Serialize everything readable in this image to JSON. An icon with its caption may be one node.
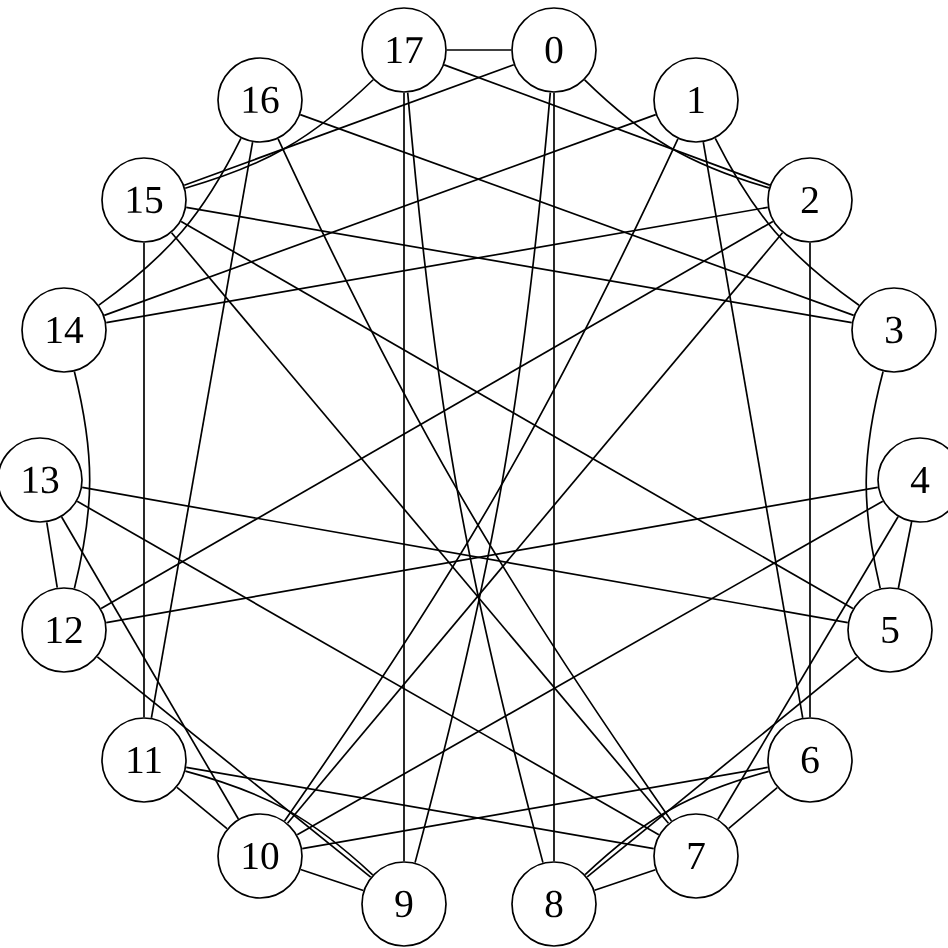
{
  "diagram": {
    "nodes": [
      {
        "text": [
          "0"
        ]
      },
      {
        "text": [
          "1"
        ]
      },
      {
        "text": [
          "2"
        ]
      },
      {
        "text": [
          "3"
        ]
      },
      {
        "text": [
          "4"
        ]
      },
      {
        "text": [
          "5"
        ]
      },
      {
        "text": [
          "6"
        ]
      },
      {
        "text": [
          "7"
        ]
      },
      {
        "text": [
          "8"
        ]
      },
      {
        "text": [
          "9"
        ]
      },
      {
        "text": [
          "10"
        ]
      },
      {
        "text": [
          "11"
        ]
      },
      {
        "text": [
          "12"
        ]
      },
      {
        "text": [
          "13"
        ]
      },
      {
        "text": [
          "14"
        ]
      },
      {
        "text": [
          "15"
        ]
      },
      {
        "text": [
          "16"
        ]
      },
      {
        "text": [
          "17"
        ]
      }
    ],
    "edges": [
      {
        "from": 0,
        "to": 17,
        "arrow": "none"
      },
      {
        "from": 9,
        "to": 17,
        "arrow": "none"
      },
      {
        "from": 0,
        "to": 8,
        "arrow": "none"
      },
      {
        "from": 8,
        "to": 17,
        "arrow": "none"
      },
      {
        "from": 0,
        "to": 9,
        "arrow": "none"
      },
      {
        "from": 15,
        "to": 17,
        "arrow": "none"
      },
      {
        "from": 0,
        "to": 2,
        "arrow": "none"
      },
      {
        "from": 0,
        "to": 15,
        "arrow": "none"
      },
      {
        "from": 2,
        "to": 17,
        "arrow": "none"
      },
      {
        "from": 3,
        "to": 15,
        "arrow": "none"
      },
      {
        "from": 2,
        "to": 14,
        "arrow": "none"
      },
      {
        "from": 1,
        "to": 14,
        "arrow": "none"
      },
      {
        "from": 3,
        "to": 16,
        "arrow": "none"
      },
      {
        "from": 14,
        "to": 16,
        "arrow": "none"
      },
      {
        "from": 1,
        "to": 3,
        "arrow": "none"
      },
      {
        "from": 5,
        "to": 15,
        "arrow": "none"
      },
      {
        "from": 2,
        "to": 12,
        "arrow": "none"
      },
      {
        "from": 7,
        "to": 15,
        "arrow": "none"
      },
      {
        "from": 2,
        "to": 10,
        "arrow": "none"
      },
      {
        "from": 11,
        "to": 15,
        "arrow": "none"
      },
      {
        "from": 2,
        "to": 6,
        "arrow": "none"
      },
      {
        "from": 11,
        "to": 16,
        "arrow": "none"
      },
      {
        "from": 1,
        "to": 6,
        "arrow": "none"
      },
      {
        "from": 7,
        "to": 16,
        "arrow": "none"
      },
      {
        "from": 1,
        "to": 10,
        "arrow": "none"
      },
      {
        "from": 7,
        "to": 11,
        "arrow": "none"
      },
      {
        "from": 6,
        "to": 10,
        "arrow": "none"
      },
      {
        "from": 10,
        "to": 13,
        "arrow": "none"
      },
      {
        "from": 4,
        "to": 7,
        "arrow": "none"
      },
      {
        "from": 9,
        "to": 12,
        "arrow": "none"
      },
      {
        "from": 5,
        "to": 8,
        "arrow": "none"
      },
      {
        "from": 12,
        "to": 14,
        "arrow": "none"
      },
      {
        "from": 3,
        "to": 5,
        "arrow": "none"
      },
      {
        "from": 12,
        "to": 13,
        "arrow": "none"
      },
      {
        "from": 4,
        "to": 5,
        "arrow": "none"
      },
      {
        "from": 10,
        "to": 11,
        "arrow": "none"
      },
      {
        "from": 6,
        "to": 7,
        "arrow": "none"
      },
      {
        "from": 9,
        "to": 11,
        "arrow": "none"
      },
      {
        "from": 6,
        "to": 8,
        "arrow": "none"
      },
      {
        "from": 9,
        "to": 10,
        "arrow": "none"
      },
      {
        "from": 7,
        "to": 8,
        "arrow": "none"
      },
      {
        "from": 5,
        "to": 13,
        "arrow": "none"
      },
      {
        "from": 4,
        "to": 12,
        "arrow": "none"
      },
      {
        "from": 7,
        "to": 13,
        "arrow": "none"
      },
      {
        "from": 4,
        "to": 10,
        "arrow": "none"
      }
    ]
  }
}
